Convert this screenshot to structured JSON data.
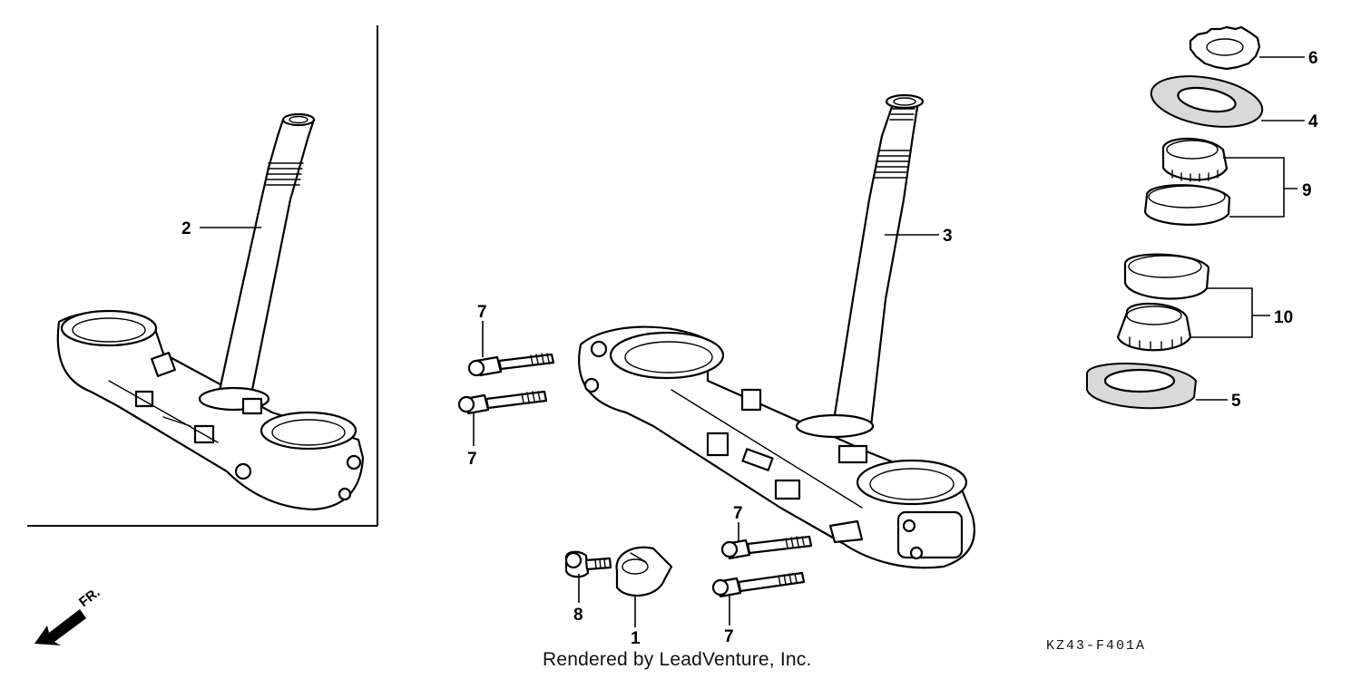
{
  "footer": {
    "credit": "Rendered by LeadVenture, Inc.",
    "diagram_code": "KZ43-F401A"
  },
  "direction_indicator": {
    "label": "FR."
  },
  "callouts": {
    "c1": "1",
    "c2": "2",
    "c3": "3",
    "c4": "4",
    "c5": "5",
    "c6": "6",
    "c7a": "7",
    "c7b": "7",
    "c7c": "7",
    "c7d": "7",
    "c8": "8",
    "c9": "9",
    "c10": "10"
  },
  "parts": [
    {
      "ref": "1",
      "name": "clamp"
    },
    {
      "ref": "2",
      "name": "steering stem (inset)"
    },
    {
      "ref": "3",
      "name": "steering stem"
    },
    {
      "ref": "4",
      "name": "upper bearing race"
    },
    {
      "ref": "5",
      "name": "lower dust seal"
    },
    {
      "ref": "6",
      "name": "steering stem nut"
    },
    {
      "ref": "7",
      "name": "flange bolt"
    },
    {
      "ref": "8",
      "name": "flange bolt"
    },
    {
      "ref": "9",
      "name": "upper bearing set"
    },
    {
      "ref": "10",
      "name": "lower bearing set"
    }
  ]
}
